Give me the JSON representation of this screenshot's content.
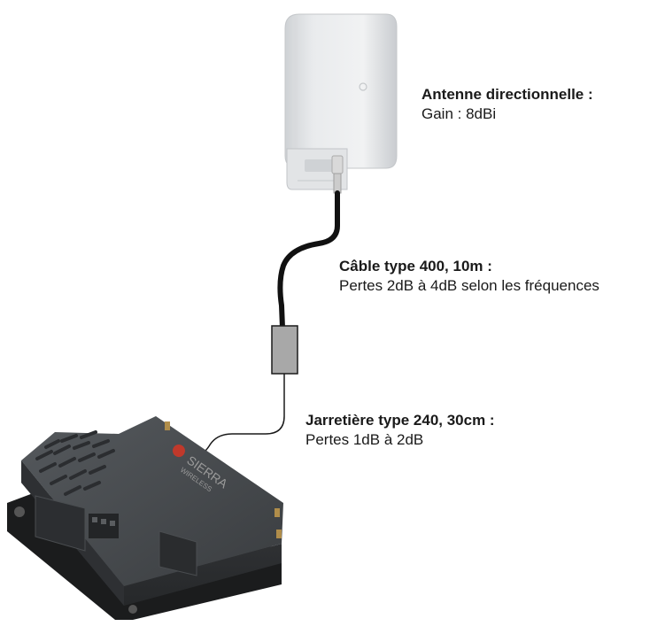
{
  "labels": {
    "antenna": {
      "title": "Antenne directionnelle :",
      "detail": "Gain : 8dBi"
    },
    "cable": {
      "title": "Câble type 400, 10m :",
      "detail": "Pertes 2dB à 4dB selon les fréquences"
    },
    "jumper": {
      "title": "Jarretière type 240, 30cm :",
      "detail": "Pertes 1dB à 2dB"
    }
  },
  "router": {
    "brand_name": "SIERRA",
    "brand_sub": "WIRELESS"
  },
  "icons": [
    "directional-antenna-icon",
    "cable-icon",
    "connector-adapter-icon",
    "jumper-cable-icon",
    "router-icon"
  ],
  "colors": {
    "antenna_body": "#e4e6e8",
    "cable": "#111111",
    "connector": "#a8a8a8",
    "router_body": "#3c3f42",
    "brand_accent": "#c0392b"
  }
}
